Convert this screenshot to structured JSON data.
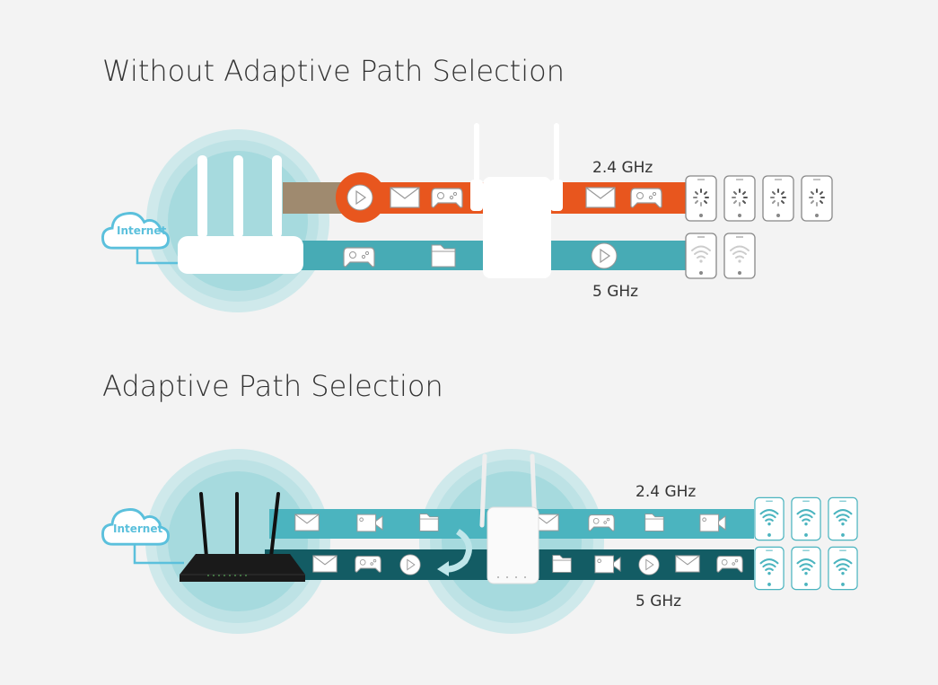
{
  "sections": {
    "without": {
      "title": "Without Adaptive Path Selection",
      "band_24_label": "2.4 GHz",
      "band_5_label": "5 GHz",
      "internet_label": "Internet",
      "band_24_icons": [
        "play-icon",
        "envelope-icon",
        "gamepad-icon",
        "envelope-icon",
        "gamepad-icon"
      ],
      "band_5_icons": [
        "gamepad-icon",
        "folder-icon",
        "play-icon"
      ],
      "band_24_devices_state": "loading",
      "band_5_devices_state": "weak-wifi"
    },
    "adaptive": {
      "title": "Adaptive Path Selection",
      "band_24_label": "2.4 GHz",
      "band_5_label": "5 GHz",
      "internet_label": "Internet",
      "band_24_icons": [
        "envelope-icon",
        "video-icon",
        "folder-icon",
        "envelope-icon",
        "gamepad-icon",
        "folder-icon",
        "video-icon"
      ],
      "band_5_icons": [
        "envelope-icon",
        "gamepad-icon",
        "play-icon",
        "folder-icon",
        "video-icon",
        "play-icon",
        "envelope-icon",
        "gamepad-icon"
      ],
      "devices_state": "strong-wifi"
    }
  },
  "colors": {
    "background": "#f3f3f3",
    "band_24_congested": "#e8561e",
    "band_5_light": "#47abb5",
    "band_24_adaptive": "#4bb4bf",
    "band_5_adaptive": "#135c64",
    "coverage": "#a6dade",
    "internet": "#5bc0dc"
  }
}
